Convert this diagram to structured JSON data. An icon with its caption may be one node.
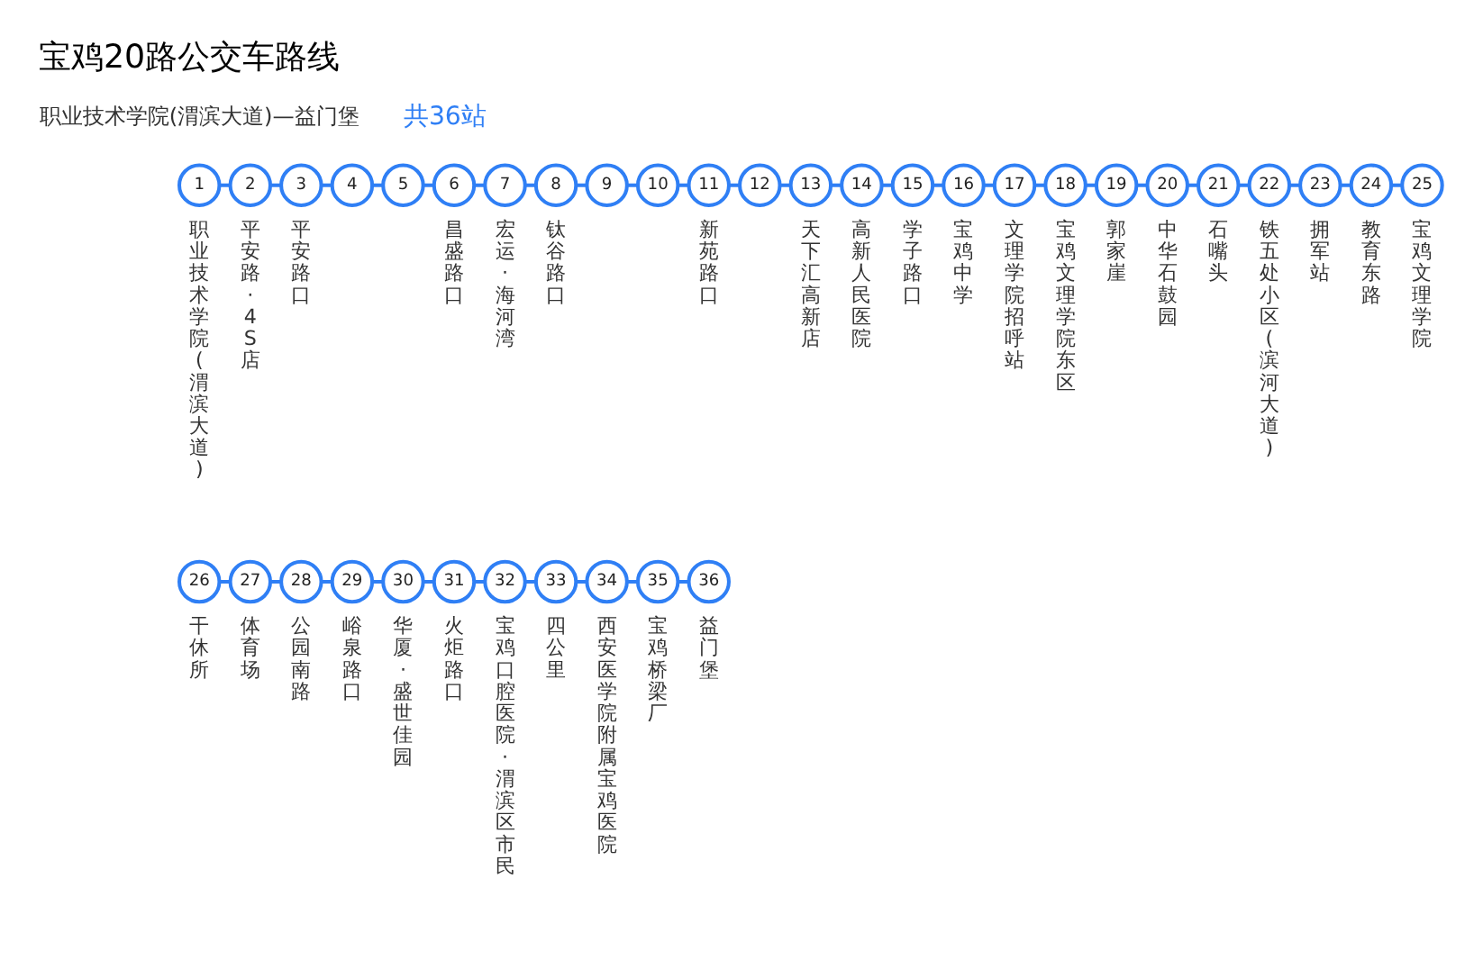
{
  "diagram": {
    "title": "宝鸡20路公交车路线",
    "labels": [
      "职业技术学院(渭滨大道)—益门堡",
      "共36站"
    ],
    "nodes": [
      {
        "text": [
          "1"
        ],
        "beside": [
          "职业技术学院(渭滨大道)"
        ]
      },
      {
        "text": [
          "2"
        ],
        "beside": [
          "平安路·4S店"
        ]
      },
      {
        "text": [
          "3"
        ],
        "beside": [
          "平安路口"
        ]
      },
      {
        "text": [
          "4"
        ]
      },
      {
        "text": [
          "5"
        ]
      },
      {
        "text": [
          "6"
        ],
        "beside": [
          "昌盛路口"
        ]
      },
      {
        "text": [
          "7"
        ],
        "beside": [
          "宏运·海河湾"
        ]
      },
      {
        "text": [
          "8"
        ],
        "beside": [
          "钛谷路口"
        ]
      },
      {
        "text": [
          "9"
        ]
      },
      {
        "text": [
          "10"
        ]
      },
      {
        "text": [
          "11"
        ],
        "beside": [
          "新苑路口"
        ]
      },
      {
        "text": [
          "12"
        ]
      },
      {
        "text": [
          "13"
        ],
        "beside": [
          "天下汇高新店"
        ]
      },
      {
        "text": [
          "14"
        ],
        "beside": [
          "高新人民医院"
        ]
      },
      {
        "text": [
          "15"
        ],
        "beside": [
          "学子路口"
        ]
      },
      {
        "text": [
          "16"
        ],
        "beside": [
          "宝鸡中学"
        ]
      },
      {
        "text": [
          "17"
        ],
        "beside": [
          "文理学院招呼站"
        ]
      },
      {
        "text": [
          "18"
        ],
        "beside": [
          "宝鸡文理学院东区"
        ]
      },
      {
        "text": [
          "19"
        ],
        "beside": [
          "郭家崖"
        ]
      },
      {
        "text": [
          "20"
        ],
        "beside": [
          "中华石鼓园"
        ]
      },
      {
        "text": [
          "21"
        ],
        "beside": [
          "石嘴头"
        ]
      },
      {
        "text": [
          "22"
        ],
        "beside": [
          "铁五处小区(滨河大道)"
        ]
      },
      {
        "text": [
          "23"
        ],
        "beside": [
          "拥军站"
        ]
      },
      {
        "text": [
          "24"
        ],
        "beside": [
          "教育东路"
        ]
      },
      {
        "text": [
          "25"
        ],
        "beside": [
          "宝鸡文理学院"
        ]
      },
      {
        "text": [
          "26"
        ],
        "beside": [
          "干休所"
        ]
      },
      {
        "text": [
          "27"
        ],
        "beside": [
          "体育场"
        ]
      },
      {
        "text": [
          "28"
        ],
        "beside": [
          "公园南路"
        ]
      },
      {
        "text": [
          "29"
        ],
        "beside": [
          "峪泉路口"
        ]
      },
      {
        "text": [
          "30"
        ],
        "beside": [
          "华厦·盛世佳园"
        ]
      },
      {
        "text": [
          "31"
        ],
        "beside": [
          "火炬路口"
        ]
      },
      {
        "text": [
          "32"
        ],
        "beside": [
          "宝鸡口腔医院·渭滨区市民"
        ]
      },
      {
        "text": [
          "33"
        ],
        "beside": [
          "四公里"
        ]
      },
      {
        "text": [
          "34"
        ],
        "beside": [
          "西安医学院附属宝鸡医院"
        ]
      },
      {
        "text": [
          "35"
        ],
        "beside": [
          "宝鸡桥梁厂"
        ]
      },
      {
        "text": [
          "36"
        ],
        "beside": [
          "益门堡"
        ]
      }
    ],
    "edges": [
      {
        "from": 0,
        "to": 1,
        "arrow": "none"
      },
      {
        "from": 1,
        "to": 2,
        "arrow": "none"
      },
      {
        "from": 2,
        "to": 3,
        "arrow": "none"
      },
      {
        "from": 3,
        "to": 4,
        "arrow": "none"
      },
      {
        "from": 4,
        "to": 5,
        "arrow": "none"
      },
      {
        "from": 5,
        "to": 6,
        "arrow": "none"
      },
      {
        "from": 6,
        "to": 7,
        "arrow": "none"
      },
      {
        "from": 7,
        "to": 8,
        "arrow": "none"
      },
      {
        "from": 8,
        "to": 9,
        "arrow": "none"
      },
      {
        "from": 9,
        "to": 10,
        "arrow": "none"
      },
      {
        "from": 10,
        "to": 11,
        "arrow": "none"
      },
      {
        "from": 11,
        "to": 12,
        "arrow": "none"
      },
      {
        "from": 12,
        "to": 13,
        "arrow": "none"
      },
      {
        "from": 13,
        "to": 14,
        "arrow": "none"
      },
      {
        "from": 14,
        "to": 15,
        "arrow": "none"
      },
      {
        "from": 15,
        "to": 16,
        "arrow": "none"
      },
      {
        "from": 16,
        "to": 17,
        "arrow": "none"
      },
      {
        "from": 17,
        "to": 18,
        "arrow": "none"
      },
      {
        "from": 18,
        "to": 19,
        "arrow": "none"
      },
      {
        "from": 19,
        "to": 20,
        "arrow": "none"
      },
      {
        "from": 20,
        "to": 21,
        "arrow": "none"
      },
      {
        "from": 21,
        "to": 22,
        "arrow": "none"
      },
      {
        "from": 22,
        "to": 23,
        "arrow": "none"
      },
      {
        "from": 23,
        "to": 24,
        "arrow": "none"
      },
      {
        "from": 25,
        "to": 26,
        "arrow": "none"
      },
      {
        "from": 26,
        "to": 27,
        "arrow": "none"
      },
      {
        "from": 27,
        "to": 28,
        "arrow": "none"
      },
      {
        "from": 28,
        "to": 29,
        "arrow": "none"
      },
      {
        "from": 29,
        "to": 30,
        "arrow": "none"
      },
      {
        "from": 30,
        "to": 31,
        "arrow": "none"
      },
      {
        "from": 31,
        "to": 32,
        "arrow": "none"
      },
      {
        "from": 32,
        "to": 33,
        "arrow": "none"
      },
      {
        "from": 33,
        "to": 34,
        "arrow": "none"
      },
      {
        "from": 34,
        "to": 35,
        "arrow": "none"
      }
    ]
  }
}
